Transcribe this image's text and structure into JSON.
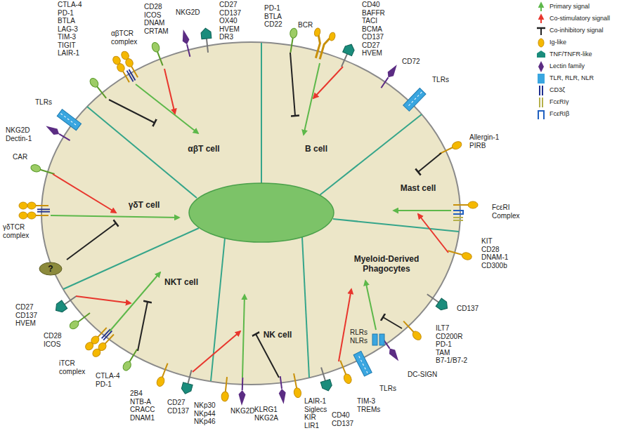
{
  "diagram": {
    "nodes": [
      {
        "text": [
          "αβT cell"
        ]
      },
      {
        "text": [
          "B cell"
        ]
      },
      {
        "text": [
          "Mast cell"
        ]
      },
      {
        "text": [
          "Myeloid-Derived Phagocytes"
        ]
      },
      {
        "text": [
          "NK cell"
        ]
      },
      {
        "text": [
          "NKT cell"
        ]
      },
      {
        "text": [
          "γδT cell"
        ]
      },
      {
        "text": [
          "?"
        ]
      }
    ],
    "labels": [
      "CTLA-4 PD-1 BTLA LAG-3 TIM-3 TIGIT LAIR-1",
      "αβTCR complex",
      "CD28 ICOS DNAM CRTAM",
      "NKG2D",
      "CD27 CD137 OX40 HVEM DR3",
      "PD-1 BTLA CD22",
      "BCR",
      "CD40 BAFFR TACI BCMA CD137 CD27 HVEM",
      "CD72",
      "TLRs",
      "Allergin-1 PIRB",
      "FcεRI Complex",
      "KIT CD28 DNAM-1 CD300b",
      "CD137",
      "ILT7 CD200R PD-1 TAM B7-1/B7-2",
      "DC-SIGN",
      "RLRs NLRs",
      "TLRs",
      "TIM-3 TREMs",
      "CD40 CD137",
      "LAIR-1 Siglecs KIR LIR1",
      "KLRG1 NKG2A",
      "NKG2D",
      "NKp30 NKp44 NKp46",
      "CD27 CD137",
      "2B4 NTB-A CRACC DNAM1",
      "CTLA-4 PD-1",
      "CD28 ICOS",
      "iTCR complex",
      "CD27 CD137 HVEM",
      "γδTCR complex",
      "CAR",
      "NKG2D Dectin-1",
      "TLRs"
    ],
    "legend": [
      {
        "text": "Primary signal"
      },
      {
        "text": "Co-stimulatory signall"
      },
      {
        "text": "Co-inhibitory signal"
      },
      {
        "text": "Ig-like"
      },
      {
        "text": "TNF/TNFR-like"
      },
      {
        "text": "Lectin family"
      },
      {
        "text": "TLR, RLR, NLR"
      },
      {
        "text": "CD3ζ"
      },
      {
        "text": "FcεRIγ"
      },
      {
        "text": "FcεRIβ"
      }
    ]
  }
}
